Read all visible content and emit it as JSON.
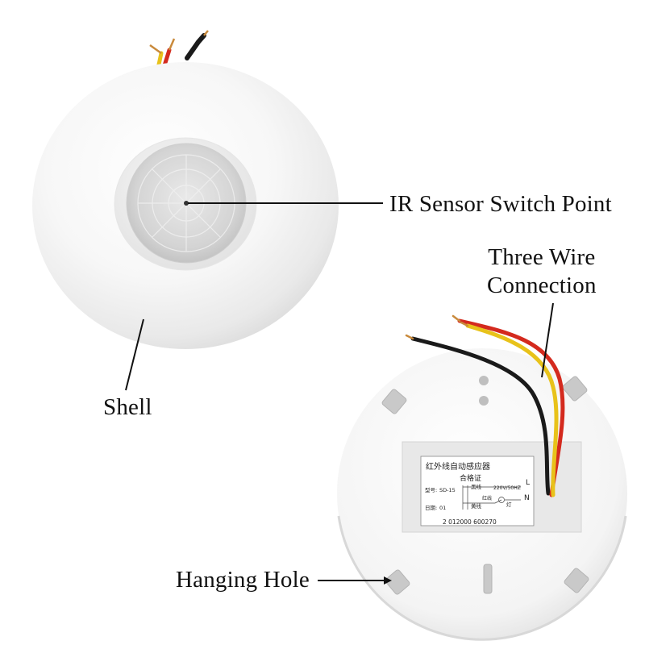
{
  "callouts": {
    "ir_sensor": "IR Sensor Switch Point",
    "three_wire_line1": "Three Wire",
    "three_wire_line2": "Connection",
    "shell": "Shell",
    "hanging_hole": "Hanging Hole"
  },
  "product_label": {
    "title": "红外线自动感应器",
    "certificate": "合格证",
    "model_key": "型号:",
    "model_value": "SD-15",
    "date_key": "日期:",
    "date_value": "01",
    "wire_black": "黑线",
    "wire_yellow": "黄线",
    "wire_red": "红线",
    "voltage": "220V/50HZ",
    "terminal_l": "L",
    "terminal_n": "N",
    "lamp": "灯",
    "barcode": "2 012000 600270"
  },
  "colors": {
    "background": "#ffffff",
    "housing": "#f4f4f4",
    "lens": "#d8d8d8",
    "wire_red": "#d42a1e",
    "wire_yellow": "#e8c21a",
    "wire_black": "#1a1a1a",
    "copper": "#c98a3c",
    "callout_line": "#111111"
  }
}
